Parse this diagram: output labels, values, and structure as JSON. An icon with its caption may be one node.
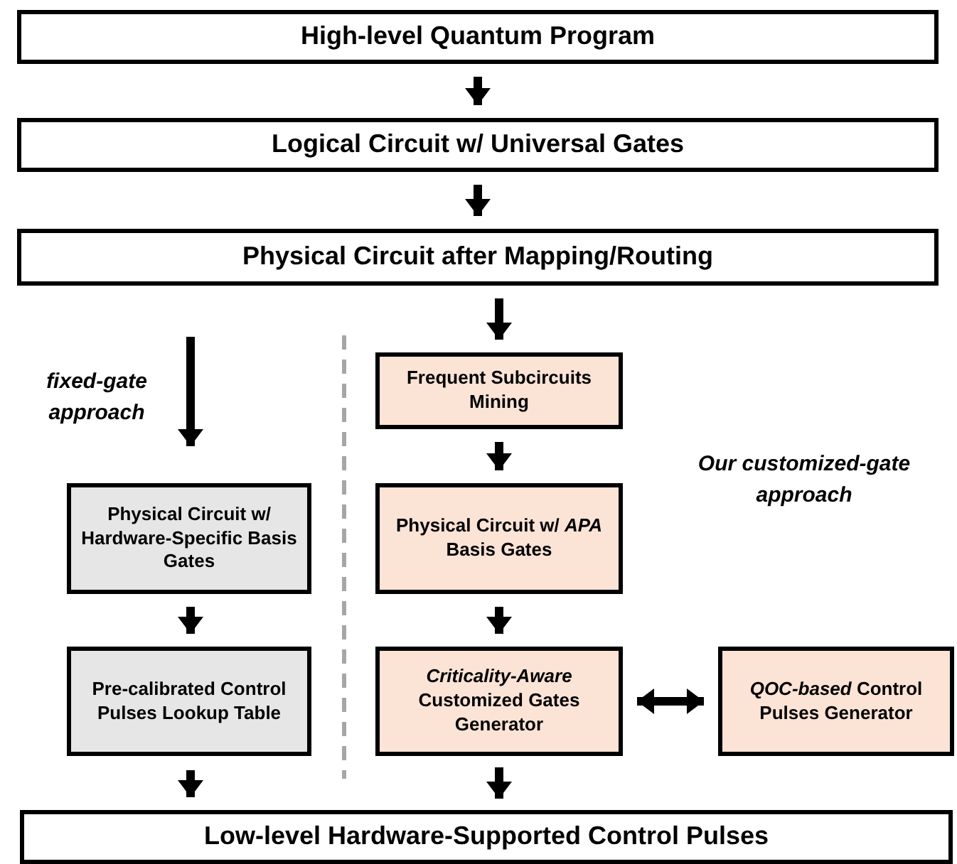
{
  "diagram": {
    "nodes": [
      {
        "text": [
          "High-level Quantum Program"
        ]
      },
      {
        "text": [
          "Logical Circuit w/ Universal Gates"
        ]
      },
      {
        "text": [
          "Physical Circuit after Mapping/Routing"
        ]
      },
      {
        "text": [
          "Physical Circuit w/ Hardware-Specific Basis Gates"
        ]
      },
      {
        "text": [
          "Pre-calibrated Control Pulses Lookup Table"
        ]
      },
      {
        "text": [
          "Frequent Subcircuits Mining"
        ]
      },
      {
        "text": [
          "Physical Circuit w/ *APA* Basis Gates"
        ]
      },
      {
        "text": [
          "*Criticality-Aware* Customized Gates Generator"
        ]
      },
      {
        "text": [
          "*QOC-based* Control Pulses Generator"
        ]
      },
      {
        "text": [
          "Low-level Hardware-Supported Control Pulses"
        ]
      }
    ],
    "edges": [
      {
        "from": 0,
        "to": 1,
        "arrow": "to"
      },
      {
        "from": 1,
        "to": 2,
        "arrow": "to"
      },
      {
        "from": 2,
        "to": 3,
        "arrow": "to",
        "label": "fixed-gate approach"
      },
      {
        "from": 3,
        "to": 4,
        "arrow": "to"
      },
      {
        "from": 4,
        "to": 9,
        "arrow": "to"
      },
      {
        "from": 2,
        "to": 5,
        "arrow": "to"
      },
      {
        "from": 5,
        "to": 6,
        "arrow": "to"
      },
      {
        "from": 6,
        "to": 7,
        "arrow": "to"
      },
      {
        "from": 7,
        "to": 8,
        "arrow": "both"
      },
      {
        "from": 7,
        "to": 9,
        "arrow": "to"
      }
    ],
    "labels": [
      "Our customized-gate approach"
    ]
  }
}
